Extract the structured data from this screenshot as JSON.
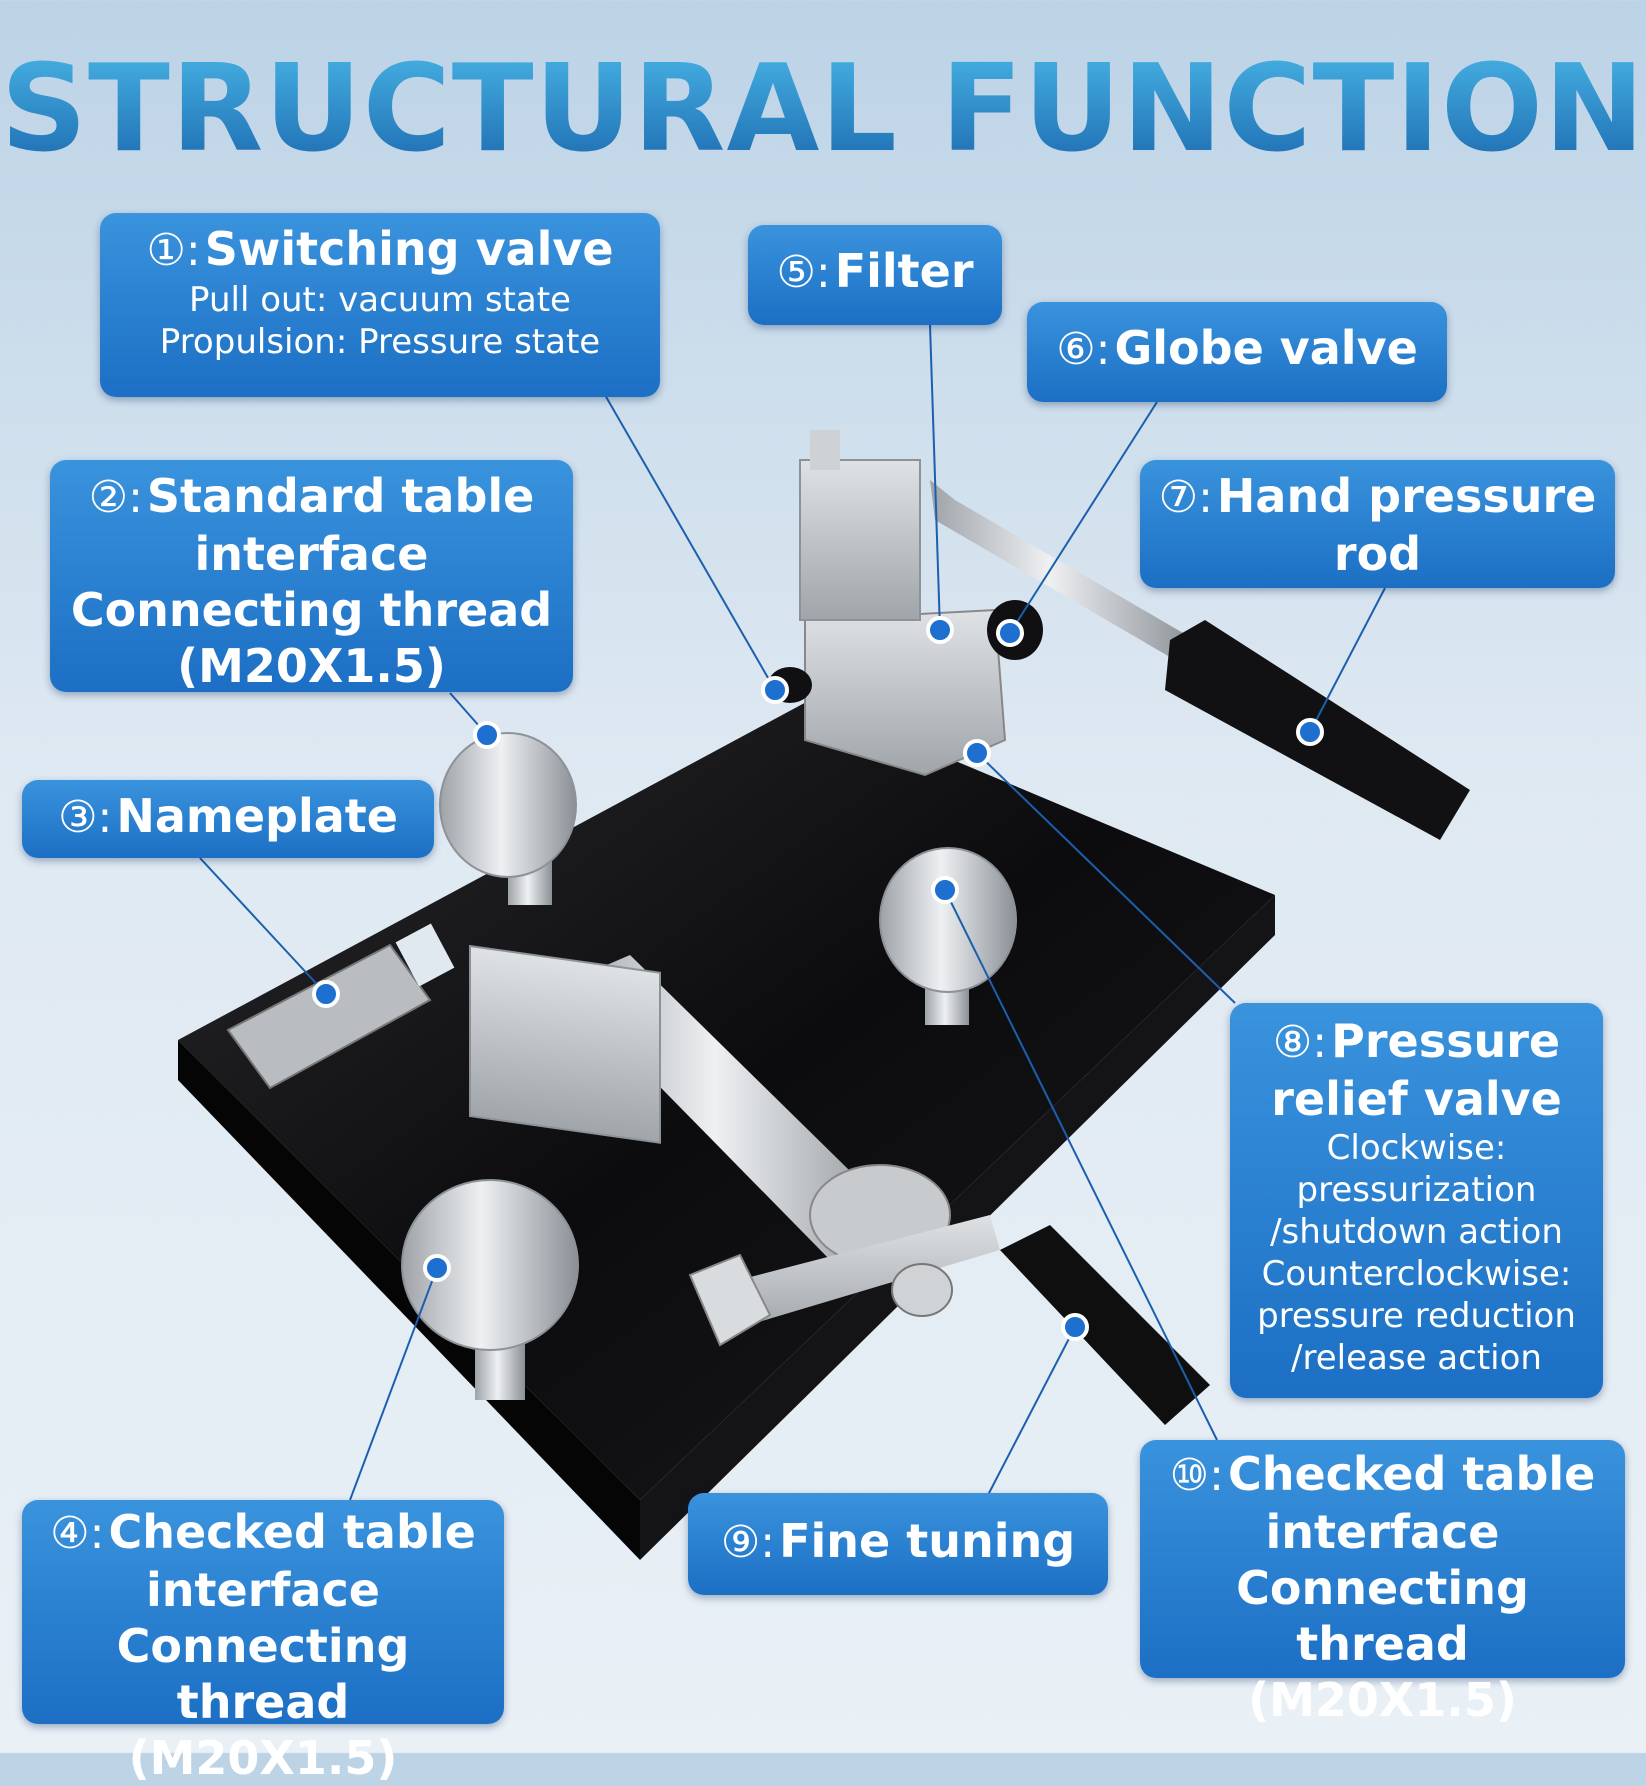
{
  "title": "STRUCTURAL FUNCTION",
  "callouts": [
    {
      "num": "①:",
      "head": "Switching valve",
      "lines": [
        "Pull out: vacuum state",
        "Propulsion: Pressure state"
      ]
    },
    {
      "num": "②:",
      "head": "Standard table",
      "lines2": [
        "interface",
        "Connecting thread",
        "(M20X1.5)"
      ]
    },
    {
      "num": "③:",
      "head": "Nameplate"
    },
    {
      "num": "④:",
      "head": "Checked table",
      "lines2": [
        "interface",
        "Connecting thread",
        "(M20X1.5)"
      ]
    },
    {
      "num": "⑤:",
      "head": "Filter"
    },
    {
      "num": "⑥:",
      "head": "Globe valve"
    },
    {
      "num": "⑦:",
      "head": "Hand pressure",
      "lines2": [
        "rod"
      ]
    },
    {
      "num": "⑧:",
      "head": "Pressure",
      "lines2": [
        "relief valve"
      ],
      "lines": [
        "Clockwise:",
        "pressurization",
        "/shutdown action",
        "Counterclockwise:",
        "pressure reduction",
        "/release action"
      ]
    },
    {
      "num": "⑨:",
      "head": "Fine tuning"
    },
    {
      "num": "⑩:",
      "head": "Checked table",
      "lines2": [
        "interface",
        "Connecting thread",
        "(M20X1.5)"
      ]
    }
  ],
  "colors": {
    "accent": "#1c6fc4",
    "title_top": "#49b6e6",
    "title_bottom": "#1a66ad"
  }
}
